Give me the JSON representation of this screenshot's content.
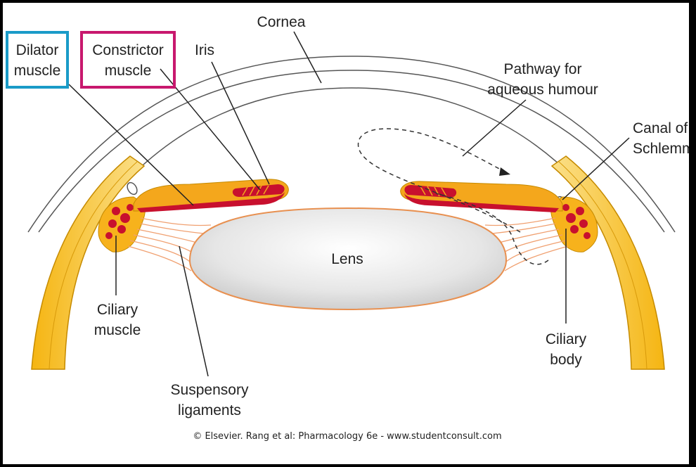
{
  "labels": {
    "cornea": "Cornea",
    "dilator": [
      "Dilator",
      "muscle"
    ],
    "constrictor": [
      "Constrictor",
      "muscle"
    ],
    "iris": "Iris",
    "aqueous": [
      "Pathway for",
      "aqueous humour"
    ],
    "canal": [
      "Canal of",
      "Schlemm"
    ],
    "lens": "Lens",
    "ciliary_muscle": [
      "Ciliary",
      "muscle"
    ],
    "ciliary_body": [
      "Ciliary",
      "body"
    ],
    "suspensory": [
      "Suspensory",
      "ligaments"
    ]
  },
  "credit": "© Elsevier. Rang et al: Pharmacology 6e - www.studentconsult.com",
  "highlight_colors": {
    "dilator": "#1a9bc8",
    "constrictor": "#c8186e"
  },
  "tissue_colors": {
    "sclera": "#f7c21e",
    "iris": "#f4a71c",
    "muscle": "#c8102e",
    "lens": "#e4e4e4",
    "ligament": "#f0a070"
  }
}
